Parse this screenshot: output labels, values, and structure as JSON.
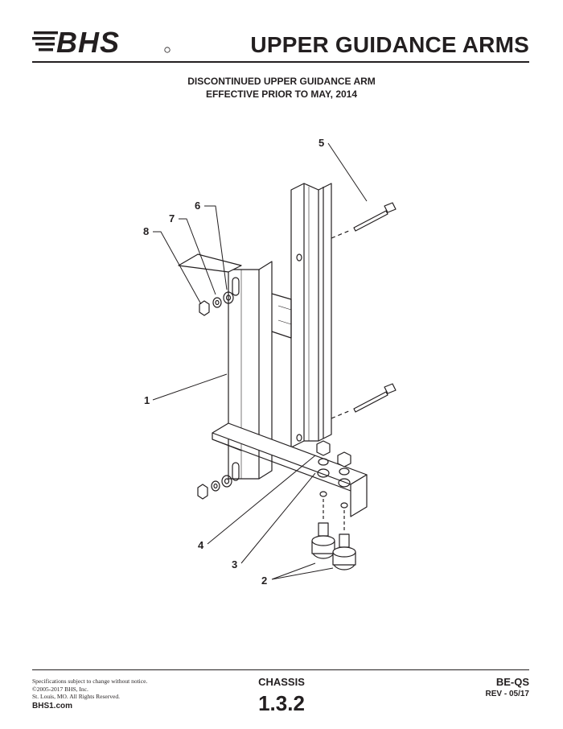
{
  "header": {
    "logo_text": "BHS",
    "title": "UPPER GUIDANCE ARMS"
  },
  "subtitle": {
    "line1": "DISCONTINUED UPPER GUIDANCE ARM",
    "line2": "EFFECTIVE PRIOR TO MAY, 2014"
  },
  "callouts": [
    "1",
    "2",
    "3",
    "4",
    "5",
    "6",
    "7",
    "8"
  ],
  "footer": {
    "notice_line1": "Specifications subject to change without notice.",
    "notice_line2": "©2005-2017 BHS, Inc.",
    "notice_line3": "St. Louis, MO.  All Rights Reserved.",
    "website": "BHS1.com",
    "section_name": "CHASSIS",
    "section_number": "1.3.2",
    "doc_code": "BE-QS",
    "revision": "REV - 05/17"
  }
}
